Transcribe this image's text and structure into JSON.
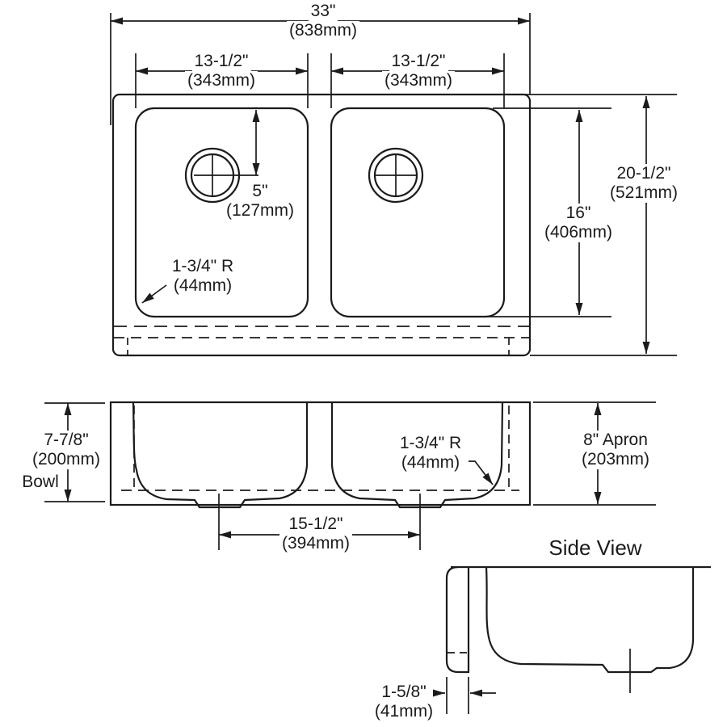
{
  "drawing": {
    "type": "sink specification diagram",
    "colors": {
      "line": "#1b1b1b",
      "background": "#ffffff"
    }
  },
  "views": {
    "top_view": {
      "dims": {
        "overall_width": {
          "value": "33\"",
          "mm": "(838mm)"
        },
        "left_bowl_width": {
          "value": "13-1/2\"",
          "mm": "(343mm)"
        },
        "right_bowl_width": {
          "value": "13-1/2\"",
          "mm": "(343mm)"
        },
        "drain_offset": {
          "value": "5\"",
          "mm": "(127mm)"
        },
        "corner_radius": {
          "value": "1-3/4\" R",
          "mm": "(44mm)"
        },
        "bowl_front_to_back": {
          "value": "16\"",
          "mm": "(406mm)"
        },
        "overall_front_to_back": {
          "value": "20-1/2\"",
          "mm": "(521mm)"
        }
      }
    },
    "front_view": {
      "dims": {
        "bowl_depth": {
          "value": "7-7/8\"",
          "mm": "(200mm)",
          "label": "Bowl"
        },
        "corner_radius": {
          "value": "1-3/4\" R",
          "mm": "(44mm)"
        },
        "drain_spacing": {
          "value": "15-1/2\"",
          "mm": "(394mm)"
        },
        "apron_height": {
          "value": "8\" Apron",
          "mm": "(203mm)"
        }
      }
    },
    "side_view": {
      "title": "Side View",
      "dims": {
        "apron_thickness": {
          "value": "1-5/8\"",
          "mm": "(41mm)"
        }
      }
    }
  }
}
